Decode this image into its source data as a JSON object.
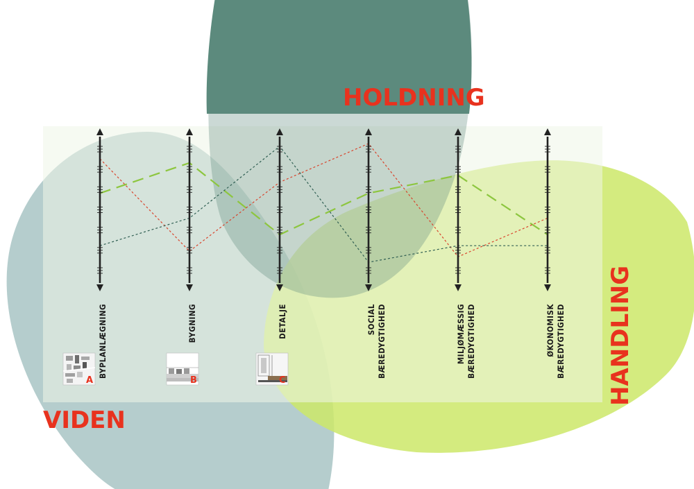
{
  "labels": {
    "holdning": "HOLDNING",
    "viden": "VIDEN",
    "handling": "HANDLING"
  },
  "axes": [
    {
      "name": "BYPLANLÆGNING",
      "line1": "BYPLANLÆGNING",
      "line2": "",
      "thumb": "A"
    },
    {
      "name": "BYGNING",
      "line1": "BYGNING",
      "line2": "",
      "thumb": "B"
    },
    {
      "name": "DETALJE",
      "line1": "DETALJE",
      "line2": "",
      "thumb": "C"
    },
    {
      "name": "SOCIAL BÆREDYGTIGHED",
      "line1": "SOCIAL",
      "line2": "BÆREDYGTIGHED",
      "thumb": ""
    },
    {
      "name": "MILJØMÆSSIG BÆREDYGTIGHED",
      "line1": "MILJØMÆSSIG",
      "line2": "BÆREDYGTIGHED",
      "thumb": ""
    },
    {
      "name": "ØKONOMISK BÆREDYGTIGHED",
      "line1": "ØKONOMISK",
      "line2": "BÆREDYGTIGHED",
      "thumb": ""
    }
  ],
  "profiles": [
    {
      "id": "green-dashed",
      "color": "#8dc63f",
      "values": [
        0.38,
        0.16,
        0.68,
        0.38,
        0.25,
        0.68
      ]
    },
    {
      "id": "red-dotted",
      "color": "#d9442c",
      "values": [
        0.13,
        0.8,
        0.3,
        0.02,
        0.84,
        0.56
      ]
    },
    {
      "id": "teal-dotted",
      "color": "#2f5e52",
      "values": [
        0.76,
        0.56,
        0.04,
        0.88,
        0.76,
        0.76
      ]
    }
  ],
  "colors": {
    "holdning": "#5c8a7d",
    "viden": "#a8c4c4",
    "handling": "#cde868",
    "panel": "#eef5e8",
    "axis": "#222222"
  }
}
